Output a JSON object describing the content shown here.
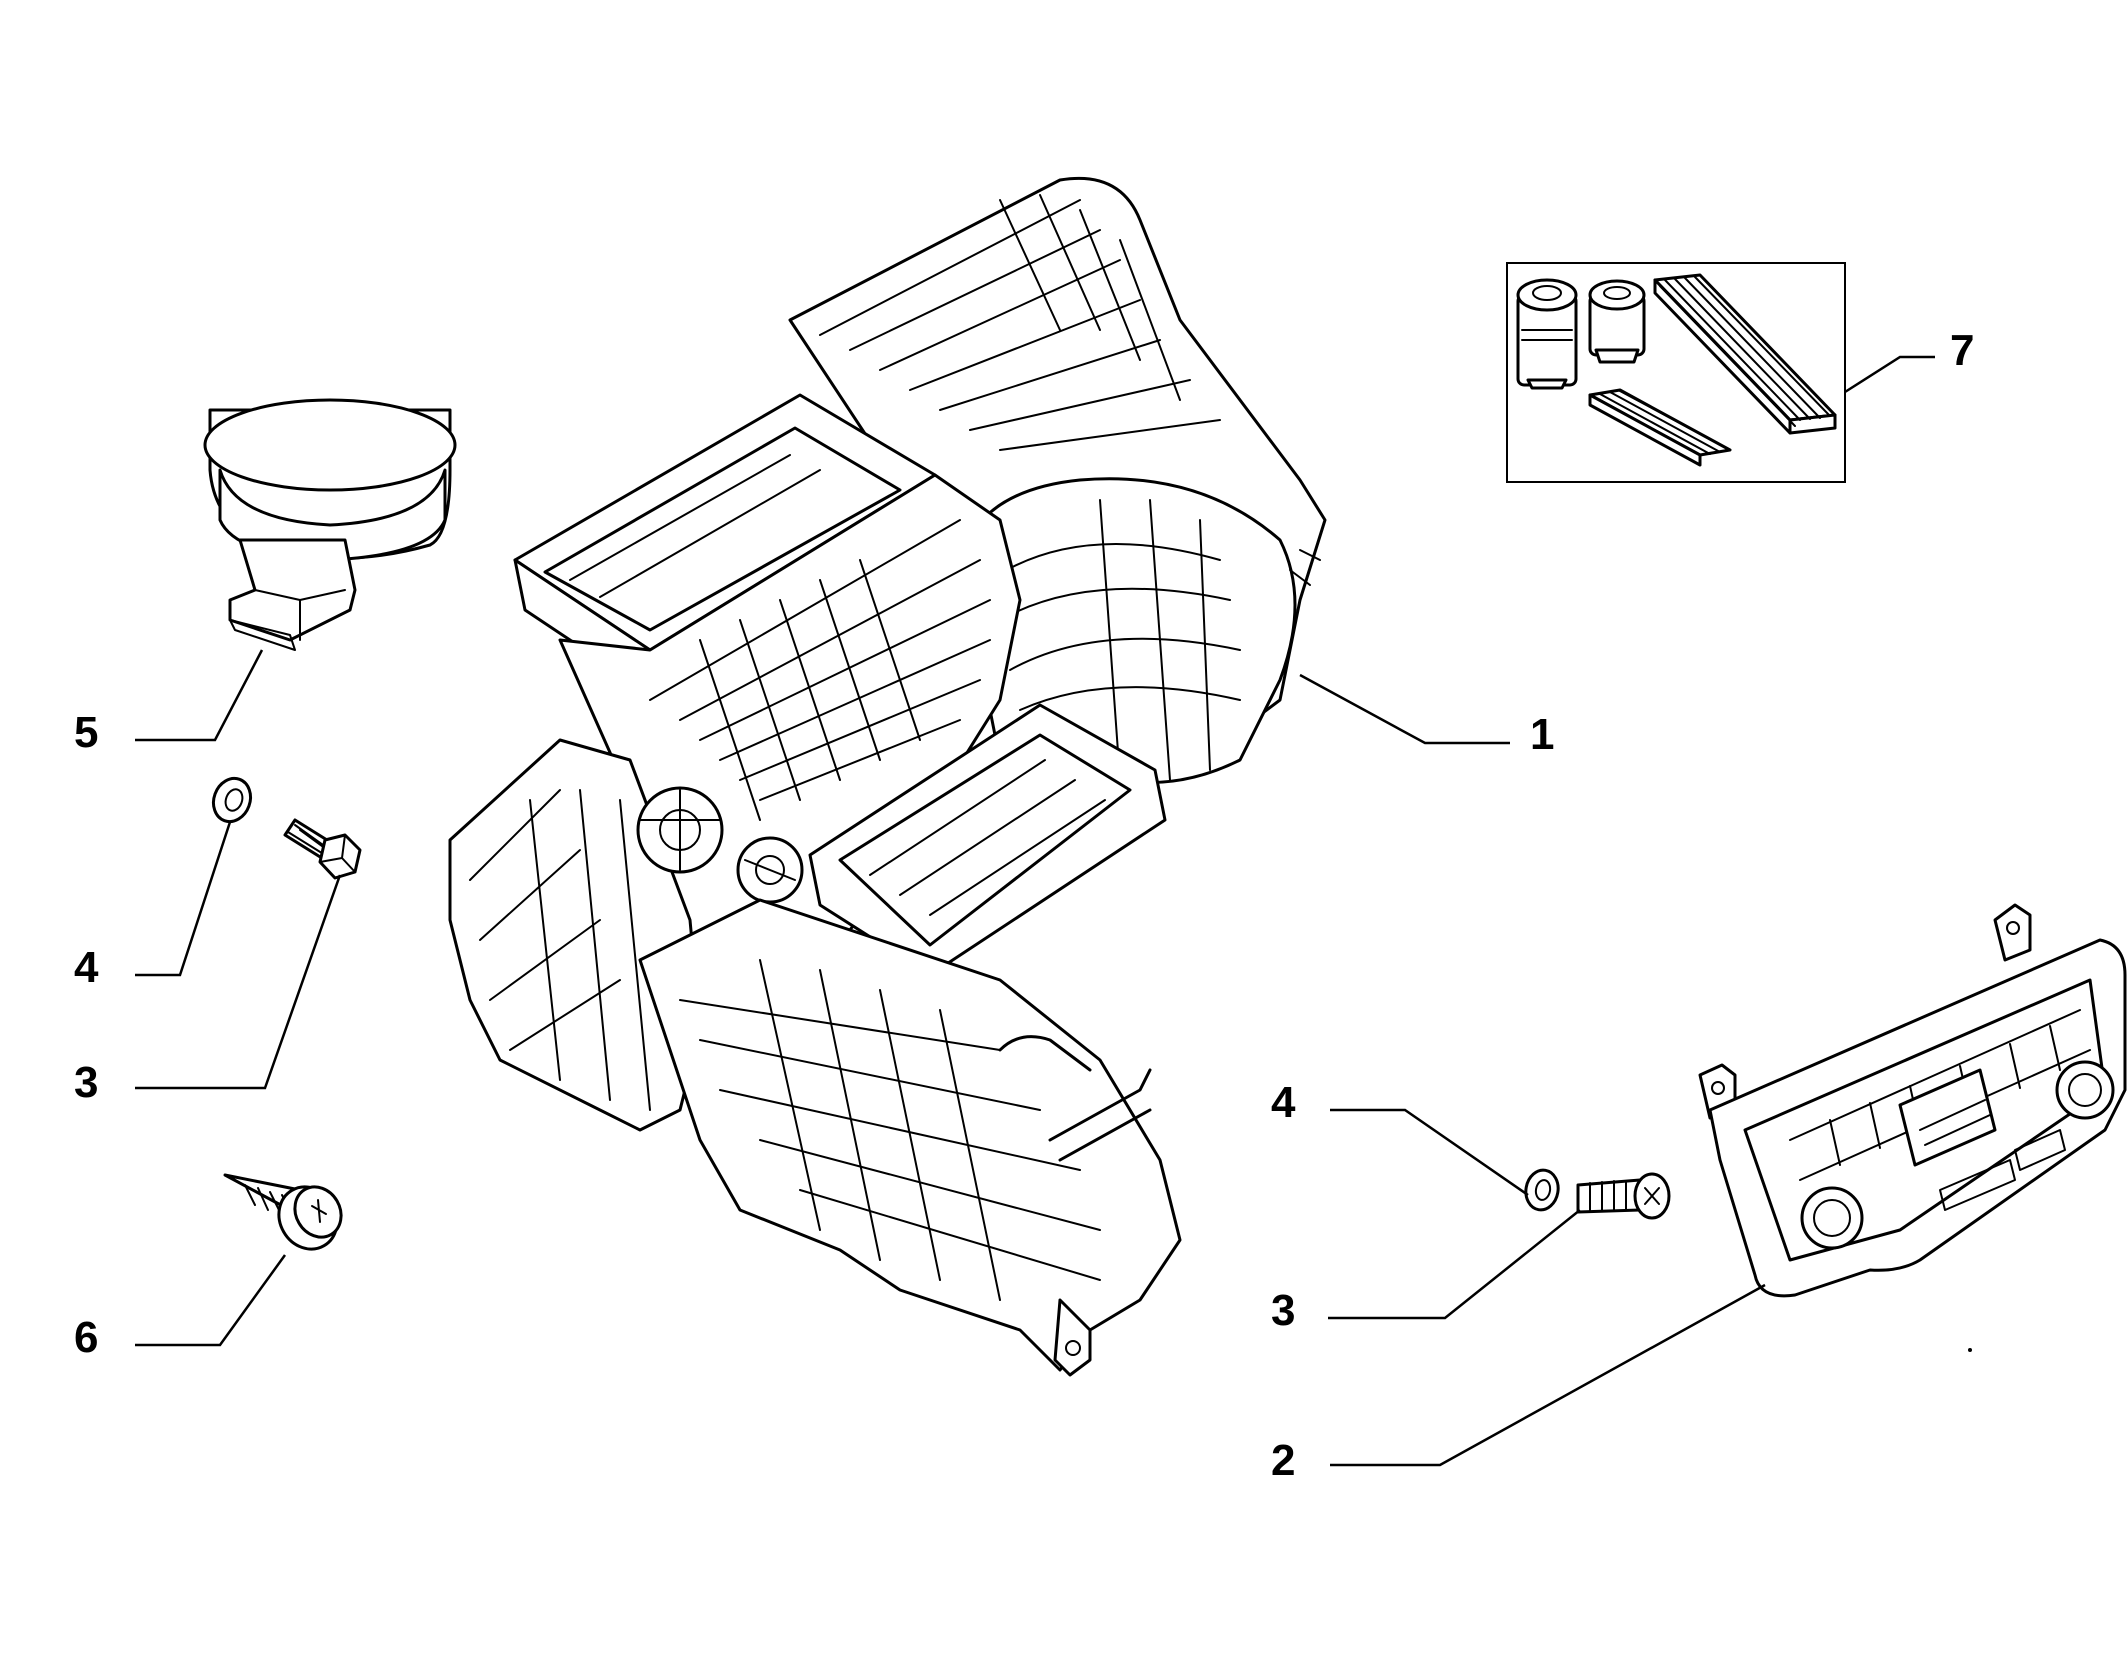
{
  "diagram": {
    "background": "#ffffff",
    "ink_color": "#000000",
    "callouts": [
      {
        "id": "c1",
        "label": "1",
        "part": "heater-blower-unit"
      },
      {
        "id": "c2",
        "label": "2",
        "part": "climate-control-panel"
      },
      {
        "id": "c3a",
        "label": "3",
        "part": "bolt-left"
      },
      {
        "id": "c3b",
        "label": "3",
        "part": "bolt-right"
      },
      {
        "id": "c4a",
        "label": "4",
        "part": "washer-left"
      },
      {
        "id": "c4b",
        "label": "4",
        "part": "washer-right"
      },
      {
        "id": "c5",
        "label": "5",
        "part": "blower-cap"
      },
      {
        "id": "c6",
        "label": "6",
        "part": "self-tapping-screw"
      },
      {
        "id": "c7",
        "label": "7",
        "part": "filter-kit-inset"
      }
    ]
  }
}
